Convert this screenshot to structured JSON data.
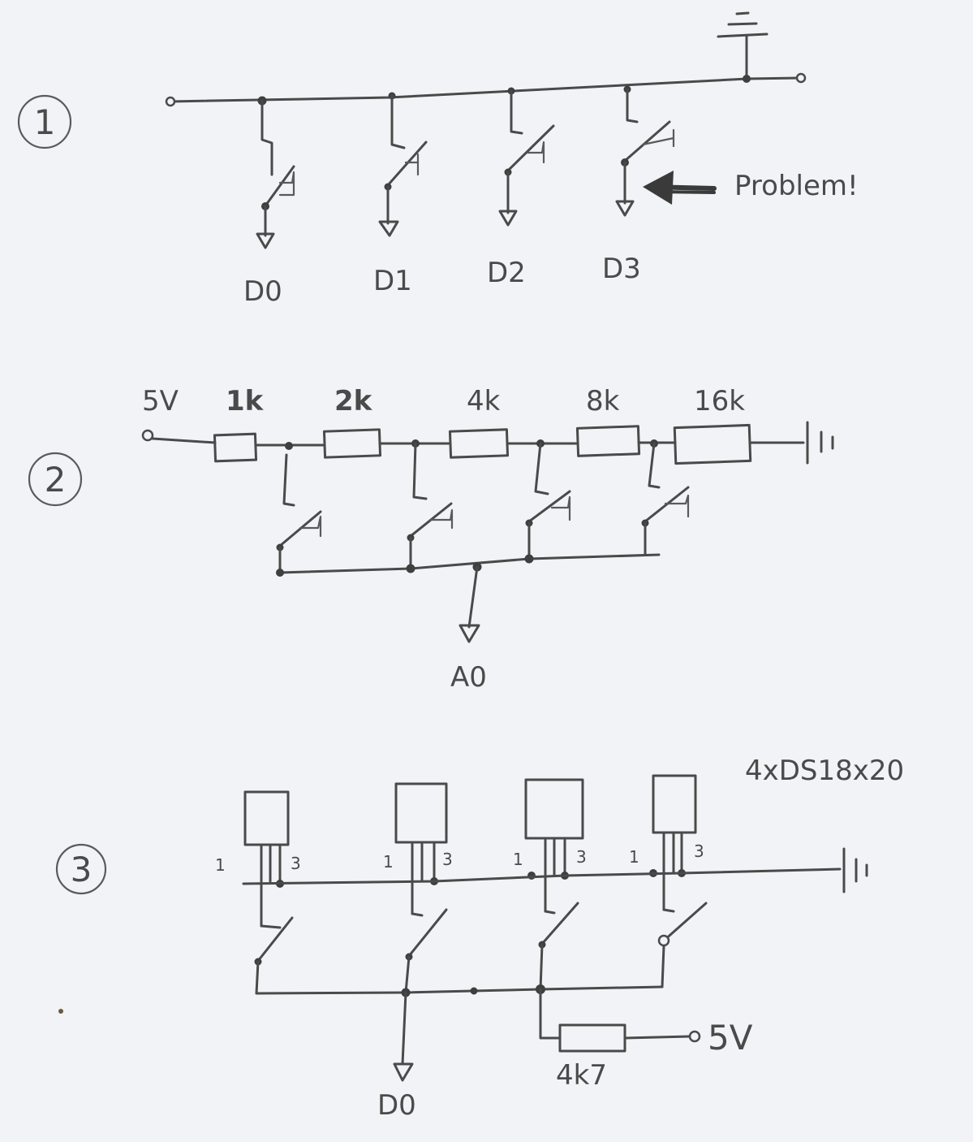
{
  "section1": {
    "number": "1",
    "outputs": [
      "D0",
      "D1",
      "D2",
      "D3"
    ],
    "note": "Problem!"
  },
  "section2": {
    "number": "2",
    "supply": "5V",
    "resistors": [
      "1k",
      "2k",
      "4k",
      "8k",
      "16k"
    ],
    "output": "A0"
  },
  "section3": {
    "number": "3",
    "sensors_caption": "4xDS18x20",
    "pin_left": "1",
    "pin_right": "3",
    "pullup": "4k7",
    "supply": "5V",
    "output": "D0"
  },
  "colors": {
    "ink": "#4a4a4a",
    "paper": "#f1f3f6"
  }
}
